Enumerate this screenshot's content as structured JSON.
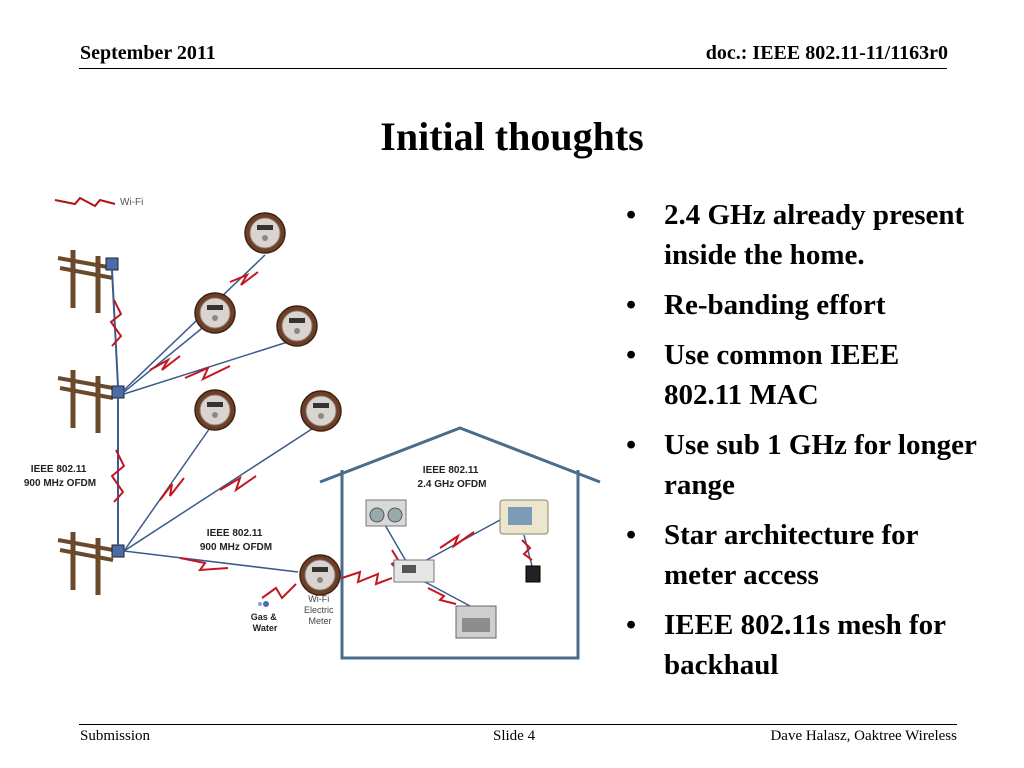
{
  "header": {
    "date": "September 2011",
    "doc": "doc.: IEEE 802.11-11/1163r0"
  },
  "title": "Initial thoughts",
  "bullets": [
    {
      "text": "2.4 GHz already present inside the home."
    },
    {
      "text": "Re-banding effort"
    },
    {
      "text": "Use common IEEE 802.11 MAC"
    },
    {
      "text": "Use sub 1 GHz for longer range"
    },
    {
      "text": "Star architecture for meter access"
    },
    {
      "text": "IEEE 802.11s mesh for backhaul"
    }
  ],
  "diagram": {
    "legend": "Wi-Fi",
    "left_label": [
      "IEEE 802.11",
      "900 MHz OFDM"
    ],
    "mid_label": [
      "IEEE 802.11",
      "900 MHz OFDM"
    ],
    "house_label": [
      "IEEE 802.11",
      "2.4 GHz OFDM"
    ],
    "gas_label": [
      "Gas &",
      "Water"
    ],
    "meter_label": [
      "Wi-Fi",
      "Electric",
      "Meter"
    ]
  },
  "footer": {
    "left": "Submission",
    "center": "Slide 4",
    "right": "Dave Halasz, Oaktree Wireless"
  }
}
